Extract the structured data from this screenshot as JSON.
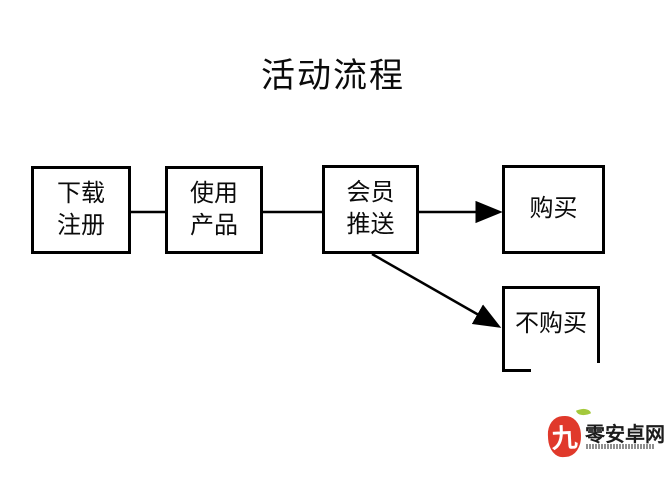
{
  "title": "活动流程",
  "flowchart": {
    "stroke_color": "#000000",
    "nodes": [
      {
        "id": "download-register",
        "lines": [
          "下载",
          "注册"
        ]
      },
      {
        "id": "use-product",
        "lines": [
          "使用",
          "产品"
        ]
      },
      {
        "id": "member-push",
        "lines": [
          "会员",
          "推送"
        ]
      },
      {
        "id": "buy",
        "lines": [
          "购买"
        ]
      },
      {
        "id": "no-buy",
        "lines": [
          "不购买"
        ]
      }
    ],
    "connectors": [
      {
        "from": "download-register",
        "to": "use-product",
        "arrow": false
      },
      {
        "from": "use-product",
        "to": "member-push",
        "arrow": false
      },
      {
        "from": "member-push",
        "to": "buy",
        "arrow": true
      },
      {
        "from": "member-push",
        "to": "no-buy",
        "arrow": true
      }
    ]
  },
  "watermark": {
    "seal_char": "九",
    "site_name": "零安卓网",
    "seal_color": "#e0392b",
    "leaf_color": "#a4c93c"
  }
}
